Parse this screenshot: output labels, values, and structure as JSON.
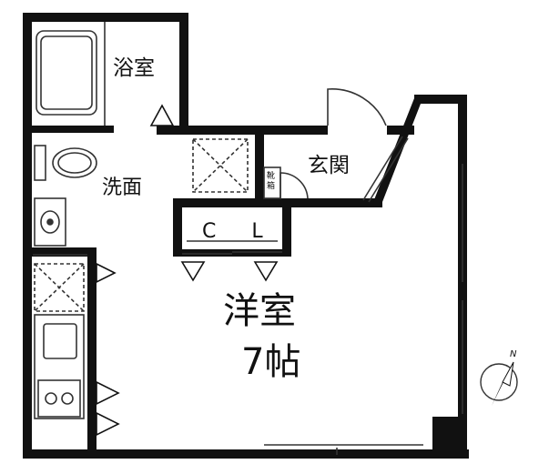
{
  "rooms": {
    "bathroom": "浴室",
    "washroom": "洗面",
    "entrance": "玄関",
    "shoe_box": "靴箱",
    "closet": "C L",
    "main_room": "洋室",
    "main_room_size": "7帖"
  },
  "compass": {
    "label": "N",
    "icon": "north-arrow-icon"
  },
  "colors": {
    "wall": "#111111",
    "fixture_line": "#333333",
    "background": "#ffffff"
  }
}
